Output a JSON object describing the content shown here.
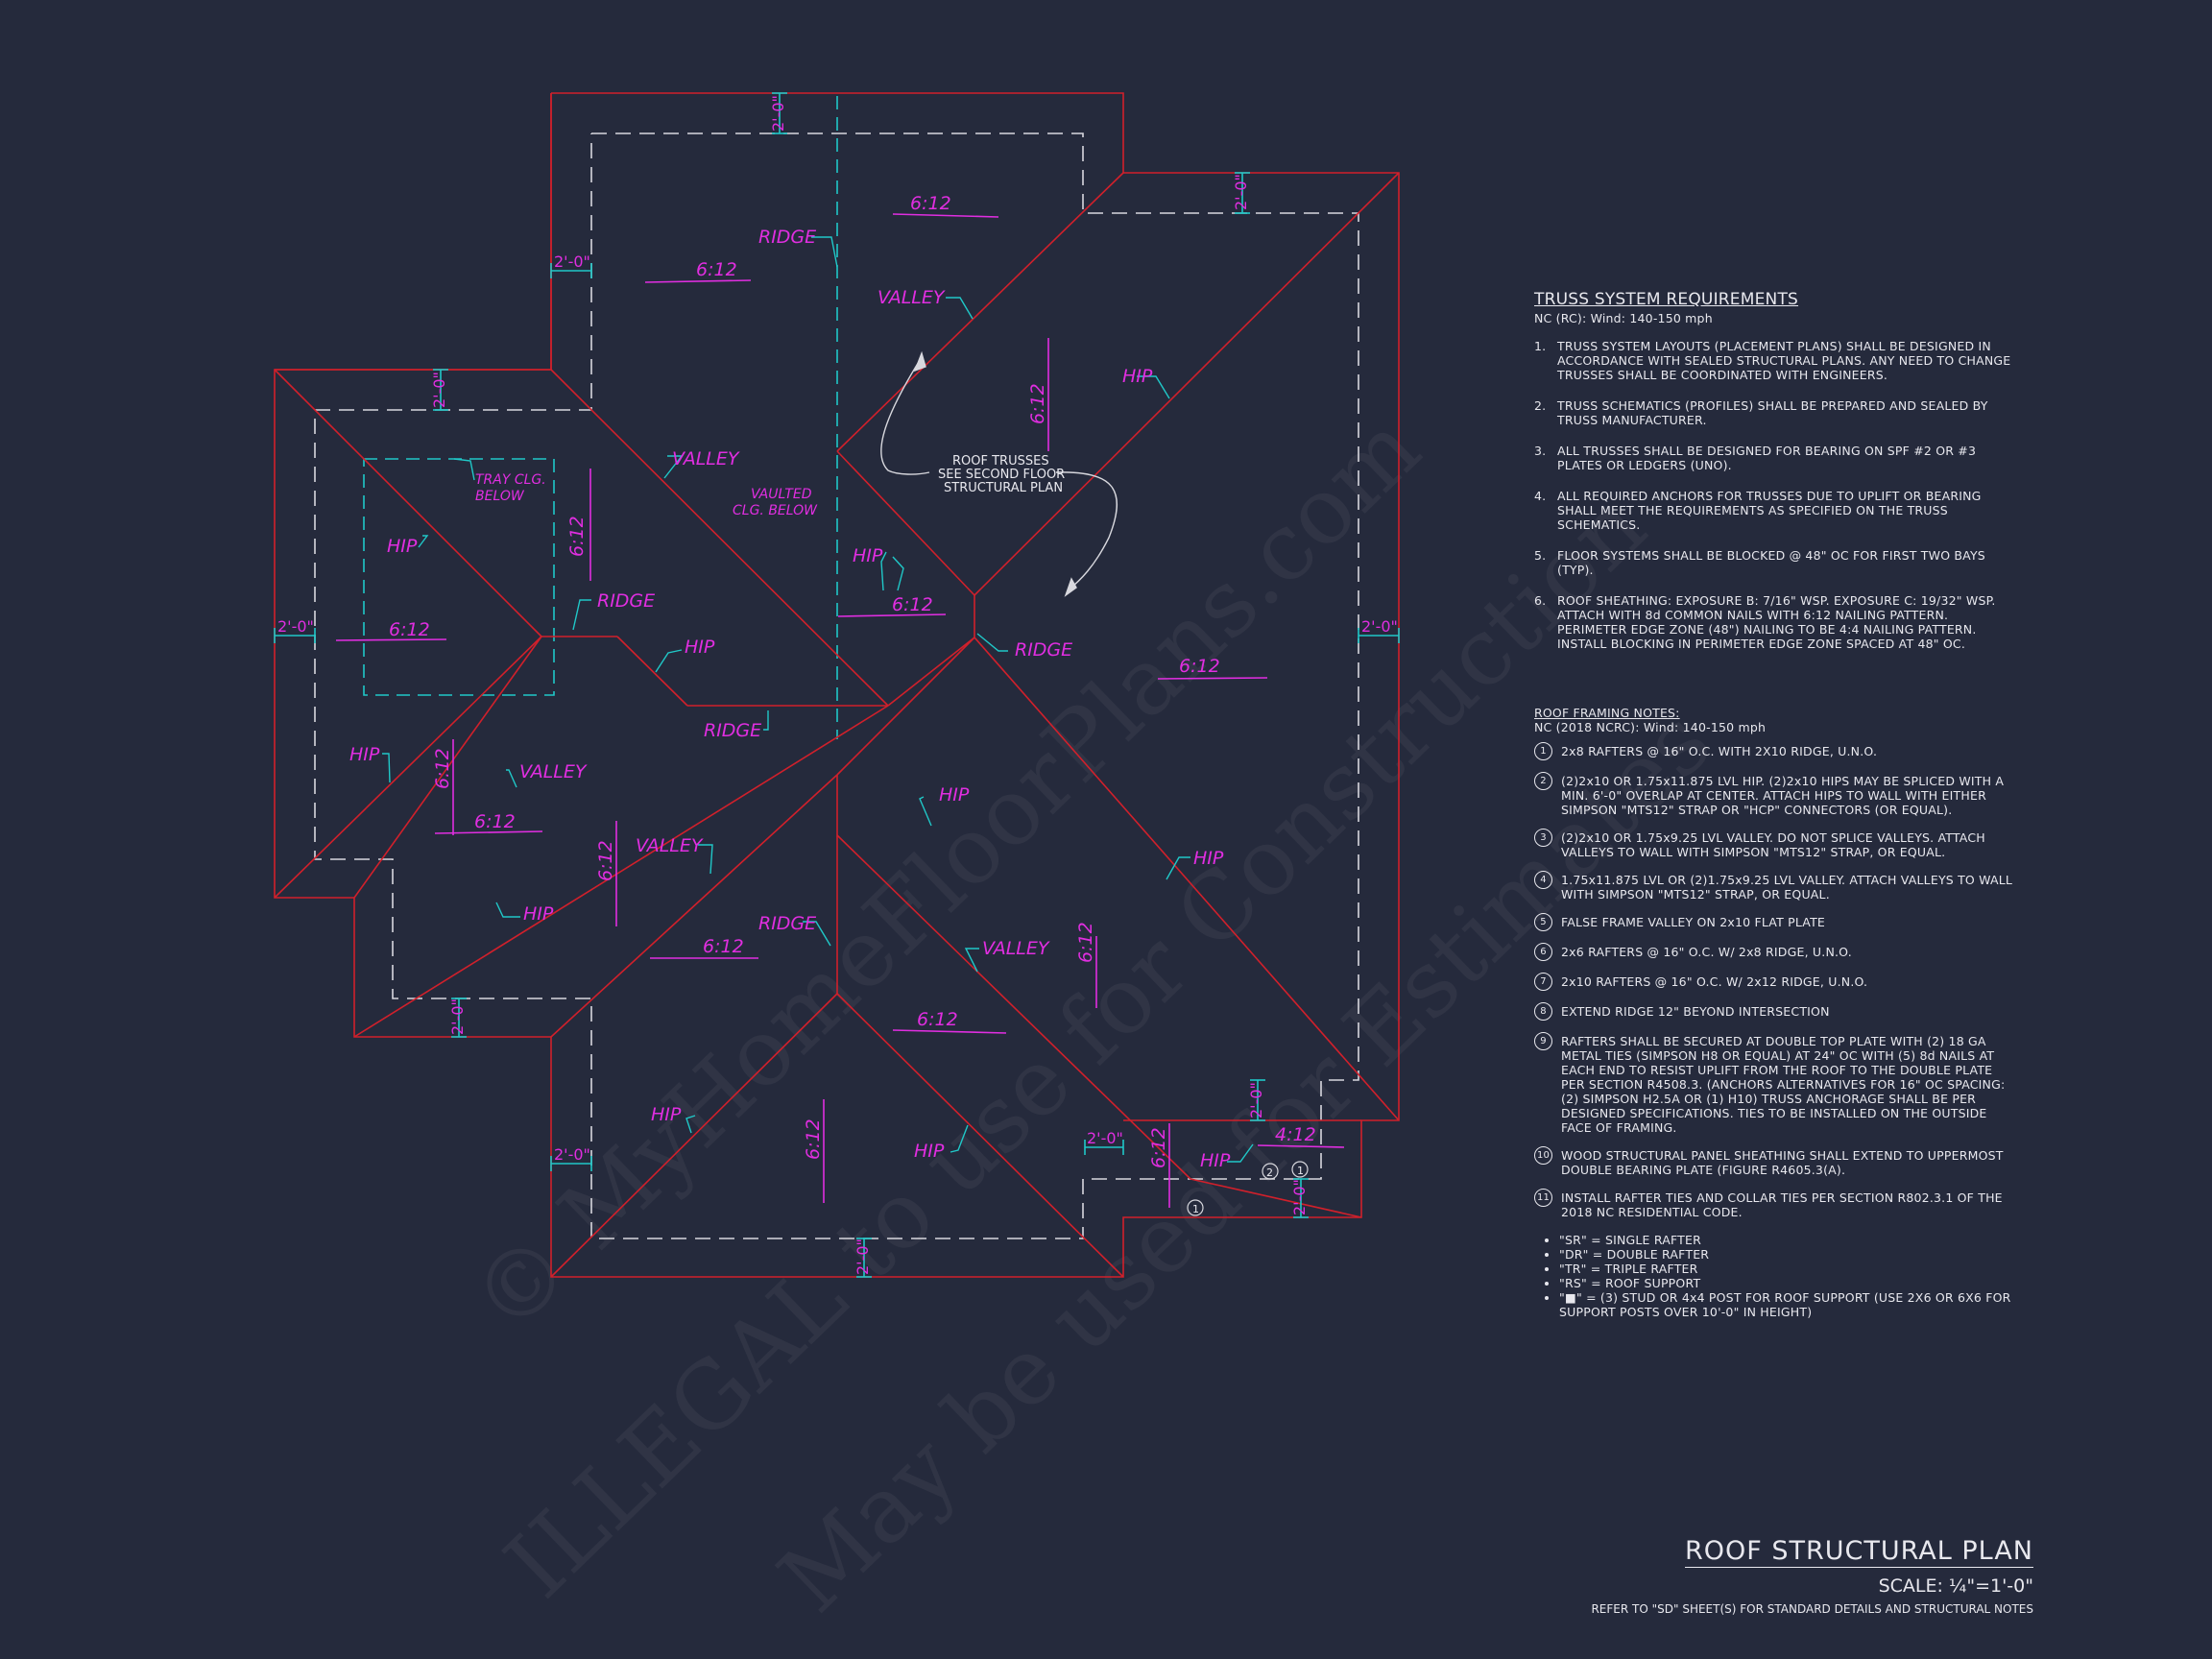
{
  "watermark": {
    "line1": "© MyHomeFloorPlans.com",
    "line2": "ILLEGAL to use for Construction",
    "line3": "May be used for Estimates"
  },
  "plan_labels": {
    "ridge": "RIDGE",
    "valley": "VALLEY",
    "hip": "HIP",
    "pitch": "6:12",
    "pitch_small": "4:12",
    "dim_2ft": "2'-0\"",
    "tray": [
      "TRAY CLG.",
      "BELOW"
    ],
    "vaulted": [
      "VAULTED",
      "CLG. BELOW"
    ],
    "roof_trusses": [
      "ROOF TRUSSES",
      "SEE SECOND FLOOR",
      "STRUCTURAL PLAN"
    ],
    "circle_1": "1",
    "circle_2": "2"
  },
  "truss": {
    "title": "TRUSS SYSTEM REQUIREMENTS",
    "subtitle": "NC (RC): Wind: 140-150 mph",
    "items": [
      {
        "n": "1.",
        "text": "TRUSS SYSTEM LAYOUTS (PLACEMENT PLANS) SHALL BE DESIGNED IN ACCORDANCE WITH SEALED STRUCTURAL PLANS. ANY NEED TO CHANGE TRUSSES SHALL BE COORDINATED WITH ENGINEERS."
      },
      {
        "n": "2.",
        "text": "TRUSS SCHEMATICS (PROFILES) SHALL BE PREPARED AND SEALED BY TRUSS MANUFACTURER."
      },
      {
        "n": "3.",
        "text": "ALL TRUSSES SHALL BE DESIGNED FOR BEARING ON SPF #2 OR #3 PLATES OR LEDGERS (UNO)."
      },
      {
        "n": "4.",
        "text": "ALL REQUIRED ANCHORS FOR TRUSSES DUE TO UPLIFT OR BEARING SHALL MEET THE REQUIREMENTS AS SPECIFIED ON THE TRUSS SCHEMATICS."
      },
      {
        "n": "5.",
        "text": "FLOOR SYSTEMS SHALL BE BLOCKED @ 48\" OC FOR FIRST TWO BAYS (TYP)."
      },
      {
        "n": "6.",
        "text": "ROOF SHEATHING: EXPOSURE B: 7/16\" WSP. EXPOSURE C: 19/32\" WSP. ATTACH WITH 8d COMMON NAILS WITH 6:12 NAILING PATTERN. PERIMETER EDGE ZONE (48\") NAILING TO BE 4:4 NAILING PATTERN. INSTALL BLOCKING IN PERIMETER EDGE ZONE SPACED AT 48\" OC."
      }
    ]
  },
  "roof": {
    "title": "ROOF FRAMING NOTES:",
    "subtitle": "NC (2018 NCRC): Wind: 140-150 mph",
    "items": [
      {
        "n": "1",
        "text": "2x8 RAFTERS @ 16\" O.C. WITH 2X10 RIDGE, U.N.O."
      },
      {
        "n": "2",
        "text": "(2)2x10 OR 1.75x11.875 LVL HIP. (2)2x10 HIPS MAY BE SPLICED WITH A MIN. 6'-0\" OVERLAP AT CENTER. ATTACH HIPS TO WALL WITH EITHER SIMPSON \"MTS12\" STRAP OR \"HCP\" CONNECTORS (OR EQUAL)."
      },
      {
        "n": "3",
        "text": "(2)2x10 OR 1.75x9.25 LVL VALLEY. DO NOT SPLICE VALLEYS. ATTACH VALLEYS TO WALL WITH SIMPSON \"MTS12\" STRAP, OR EQUAL."
      },
      {
        "n": "4",
        "text": "1.75x11.875 LVL OR (2)1.75x9.25 LVL VALLEY. ATTACH VALLEYS TO WALL WITH SIMPSON \"MTS12\" STRAP, OR EQUAL."
      },
      {
        "n": "5",
        "text": "FALSE FRAME VALLEY ON 2x10 FLAT PLATE"
      },
      {
        "n": "6",
        "text": "2x6 RAFTERS @ 16\" O.C. W/ 2x8 RIDGE, U.N.O."
      },
      {
        "n": "7",
        "text": "2x10 RAFTERS @ 16\" O.C. W/ 2x12 RIDGE, U.N.O."
      },
      {
        "n": "8",
        "text": "EXTEND RIDGE 12\" BEYOND INTERSECTION"
      },
      {
        "n": "9",
        "text": "RAFTERS SHALL BE SECURED AT DOUBLE TOP PLATE WITH (2) 18 GA METAL TIES (SIMPSON H8 OR EQUAL) AT 24\" OC WITH (5) 8d NAILS AT EACH END TO RESIST UPLIFT FROM THE ROOF TO THE DOUBLE PLATE PER SECTION R4508.3. (ANCHORS ALTERNATIVES FOR 16\" OC SPACING: (2) SIMPSON H2.5A OR (1) H10) TRUSS ANCHORAGE SHALL BE PER DESIGNED SPECIFICATIONS. TIES TO BE INSTALLED ON THE OUTSIDE FACE OF FRAMING."
      },
      {
        "n": "10",
        "text": "WOOD STRUCTURAL PANEL SHEATHING SHALL EXTEND TO UPPERMOST DOUBLE BEARING PLATE (FIGURE R4605.3(A)."
      },
      {
        "n": "11",
        "text": "INSTALL RAFTER TIES AND COLLAR TIES PER SECTION R802.3.1 OF THE 2018 NC RESIDENTIAL CODE."
      }
    ],
    "legend": [
      "\"SR\" = SINGLE RAFTER",
      "\"DR\" = DOUBLE RAFTER",
      "\"TR\" = TRIPLE RAFTER",
      "\"RS\" = ROOF SUPPORT",
      "\"■\" = (3) STUD OR 4x4 POST FOR ROOF SUPPORT (USE 2X6 OR 6X6 FOR SUPPORT POSTS OVER 10'-0\" IN HEIGHT)"
    ]
  },
  "title_block": {
    "title": "ROOF STRUCTURAL PLAN",
    "scale": "SCALE: ¼\"=1'-0\"",
    "refer": "REFER TO \"SD\" SHEET(S) FOR STANDARD DETAILS AND STRUCTURAL NOTES"
  },
  "colors": {
    "background": "#252a3c",
    "roof_line": "#d1202b",
    "wall_dash": "#d8d8de",
    "leader": "#20c8c8",
    "label": "#e02ee0",
    "text": "#e8e8ee"
  }
}
